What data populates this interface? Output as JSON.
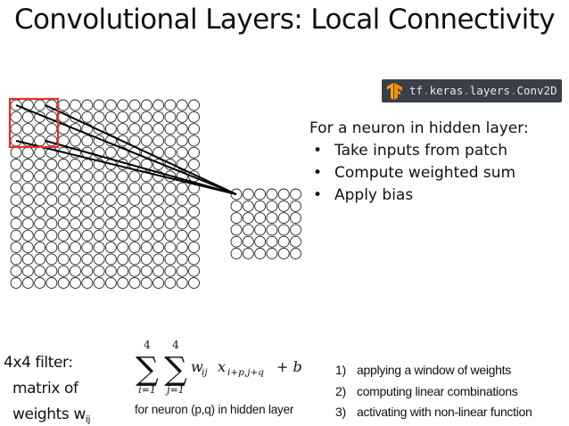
{
  "title": "Convolutional Layers: Local Connectivity",
  "badge": {
    "icon": "tensorflow-logo-icon",
    "parts": [
      "tf",
      ".",
      "keras",
      ".",
      "layers",
      ".",
      "Conv2D"
    ]
  },
  "hidden_layer": {
    "heading": "For a neuron in hidden layer:",
    "bullets": [
      "Take inputs from patch",
      "Compute weighted sum",
      "Apply bias"
    ]
  },
  "filter_caption": {
    "line1": "4x4 filter:",
    "line2": "matrix of",
    "line3_text": "weights w",
    "line3_sub": "ij"
  },
  "formula": {
    "upper_limit_i": "4",
    "upper_limit_j": "4",
    "lower_limit_i": "i=1",
    "lower_limit_j": "j=1",
    "weight": "w",
    "weight_sub": "ij",
    "input": "x",
    "input_sub": "i+p,j+q",
    "plus_bias": "+ b",
    "caption": "for neuron (p,q) in hidden layer"
  },
  "steps": [
    {
      "num": "1)",
      "text": "applying a window of weights"
    },
    {
      "num": "2)",
      "text": "computing linear combinations"
    },
    {
      "num": "3)",
      "text": "activating with non-linear function"
    }
  ],
  "colors": {
    "neuron_stroke": "#222222",
    "patch_border": "#e8312a",
    "badge_bg": "#3a3f4b",
    "badge_dot": "#ff7e2f",
    "tf_logo": "#ff8f00"
  },
  "input_grid": {
    "rows": 16,
    "cols": 16
  },
  "hidden_grid": {
    "rows": 6,
    "cols": 6
  },
  "patch": {
    "rows": 4,
    "cols": 4
  }
}
